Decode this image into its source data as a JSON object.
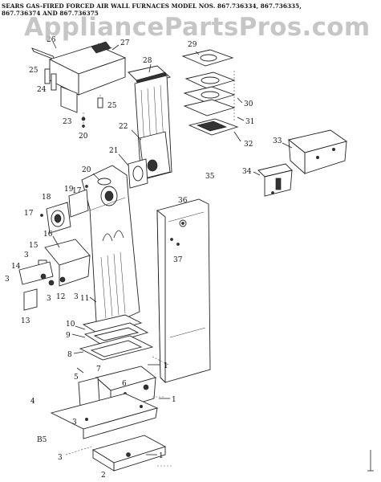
{
  "title_lines": [
    "SEARS GAS-FIRED FORCED AIR WALL FURNACES MODEL NOS. 867.736334, 867.736335,",
    "867.736374 AND 867.736375"
  ],
  "watermark": "AppliancePartsPros.com",
  "diagram_code": "B5",
  "callouts": {
    "c2": "2",
    "c3a": "3",
    "c3b": "3",
    "c3c": "3",
    "c3d": "3",
    "c3e": "3",
    "c3f": "3",
    "c4": "4",
    "c5": "5",
    "c6": "6",
    "c7": "7",
    "c8": "8",
    "c9": "9",
    "c10": "10",
    "c11": "11",
    "c12": "12",
    "c13": "13",
    "c14": "14",
    "c15": "15",
    "c16": "16",
    "c17a": "17",
    "c17b": "17",
    "c18": "18",
    "c19": "19",
    "c20a": "20",
    "c20b": "20",
    "c21": "21",
    "c22": "22",
    "c23": "23",
    "c24": "24",
    "c25a": "25",
    "c25b": "25",
    "c26": "26",
    "c27": "27",
    "c28": "28",
    "c29": "29",
    "c30": "30",
    "c31": "31",
    "c32": "32",
    "c33": "33",
    "c34": "34",
    "c35": "35",
    "c36": "36",
    "c37": "37",
    "c1a": "1",
    "c1b": "1",
    "c1c": "1"
  }
}
